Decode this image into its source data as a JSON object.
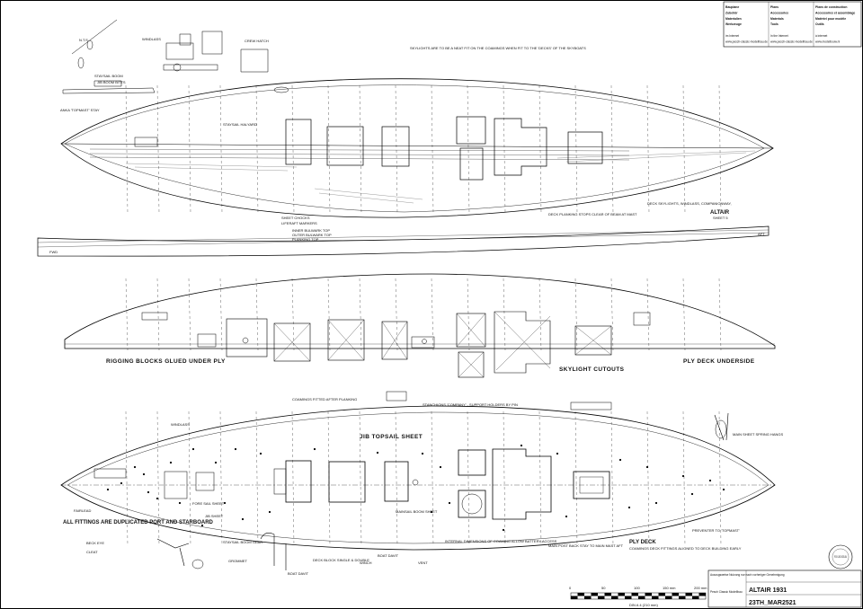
{
  "title_block": {
    "col1": [
      "Bauplane",
      "Zubehör",
      "Materialien",
      "Werkzeuge",
      "",
      "im Internet",
      "www.pesch-classic-modellbau.de"
    ],
    "col2": [
      "Plans",
      "Accessories",
      "Materials",
      "Tools",
      "",
      "In the Internet",
      "www.pesch-classic-modellbau.de"
    ],
    "col3": [
      "Plans de construction",
      "Accessoires et assemblage",
      "Matériel pour modéle",
      "Outils",
      "",
      "à internet",
      "www.modelbouw.nl"
    ]
  },
  "labels": {
    "nts": "N.T.S.",
    "windlass": "WINDLASS",
    "crew_hatch": "CREW HATCH",
    "bowsprit": "STAYSAIL BOOM",
    "jib_boom_bitts": "JIB BOOM BITTS",
    "skylights_note": "SKYLIGHTS ARE TO BE A NEAT FIT ON THE COAMINGS WHEN FIT TO THE 'DECKS' OF THE SKYBOATS",
    "staysail_halyard": "STAYSAIL HALYARD",
    "anchor_stop": "ANKA 'TOPMAST' STAY",
    "sheet_chocks": "SHEET CHOCKS",
    "liferaft": "LIFERAFT MARKERS",
    "bulwark1": "INNER BULWARK TOP",
    "bulwark2": "OUTER BULWARK TOP",
    "bulwark3": "PLANKING TOP",
    "deck_skylights": "DECK SKYLIGHTS, WINDLASS, COMPANIONWAY,",
    "deck_planking": "DECK PLANKING STOPS CLEAR OF BEAM AT MAST",
    "altair": "ALTAIR",
    "sheet_no": "SHEET 5",
    "fwd": "FWD",
    "aft": "AFT",
    "rigging_blocks": "RIGGING BLOCKS GLUED UNDER PLY",
    "skylight_cutouts": "SKYLIGHT CUTOUTS",
    "ply_deck_underside": "PLY DECK UNDERSIDE",
    "coamings": "COAMINGS FITTED AFTER PLANKING",
    "stanchions": "STANCHIONS 'COMPANY' - SUPPORT HOLDERS BY PIN",
    "jib_topsail": "JIB TOPSAIL SHEET",
    "main_sheet": "MAIN SHEET SPRING HANGS",
    "jib_sheet": "JIB SHEET",
    "foresail_sheet": "FORE SAIL SHEET",
    "all_fittings": "ALL FITTINGS ARE DUPLICATED PORT AND STARBOARD",
    "internal_dims": "INTERNAL DIMENSIONS OF COAMING ALLOW BATTERY ACCESS",
    "ply_deck": "PLY DECK",
    "ply_deck_note": "COAMINGS DECK FITTINGS ALIGNED TO DECK BUILDING EARLY",
    "mainsail_sheet": "MAINSAIL BOOM SHEET",
    "main_boom": "MAIN POST BACK STAY TO MAIN MAST AFT",
    "boat_davit": "BOAT DAVIT",
    "deck_block": "DECK BLOCK SINGLE & DOUBLE",
    "winch": "WINCH",
    "vent": "VENT",
    "beck_eye": "BECK EYE",
    "cleat": "CLEAT",
    "fairlead": "FAIRLEAD",
    "windlass2": "WINDLASS",
    "grommet": "GROMMET",
    "staysail_boom_gear": "STAYSAIL BOOM GEAR",
    "preventer": "PREVENTER TO 'TOPMAST'",
    "tabs": "BOAT DAVIT"
  },
  "footer": {
    "notice": "Auszugsweise Nutzung nur nach vorheriger Genehmigung",
    "company": "Pesch Classic Modellbau",
    "model": "ALTAIR 1931",
    "code": "23TH_MAR2521",
    "scale_ticks": [
      "0",
      "50",
      "100",
      "150 mm",
      "200 mm"
    ],
    "scale_caption": "DIN A 4 (210 mm)"
  },
  "stamp": "PESCH CLASSIC MODELLBAU"
}
